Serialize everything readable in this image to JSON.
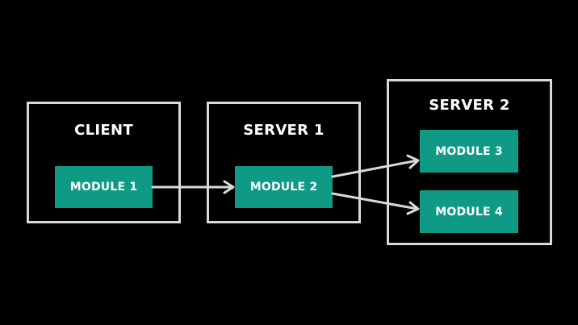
{
  "colors": {
    "background": "#000000",
    "container_border": "#d9d9d9",
    "module_fill": "#0e9a84",
    "text": "#ffffff",
    "arrow": "#d9d9d9"
  },
  "containers": [
    {
      "id": "client",
      "title": "CLIENT",
      "modules": [
        {
          "id": "module1",
          "label": "MODULE 1"
        }
      ]
    },
    {
      "id": "server1",
      "title": "SERVER 1",
      "modules": [
        {
          "id": "module2",
          "label": "MODULE 2"
        }
      ]
    },
    {
      "id": "server2",
      "title": "SERVER 2",
      "modules": [
        {
          "id": "module3",
          "label": "MODULE 3"
        },
        {
          "id": "module4",
          "label": "MODULE 4"
        }
      ]
    }
  ],
  "connections": [
    {
      "from": "MODULE 1",
      "to": "MODULE 2"
    },
    {
      "from": "MODULE 2",
      "to": "MODULE 3"
    },
    {
      "from": "MODULE 2",
      "to": "MODULE 4"
    }
  ]
}
